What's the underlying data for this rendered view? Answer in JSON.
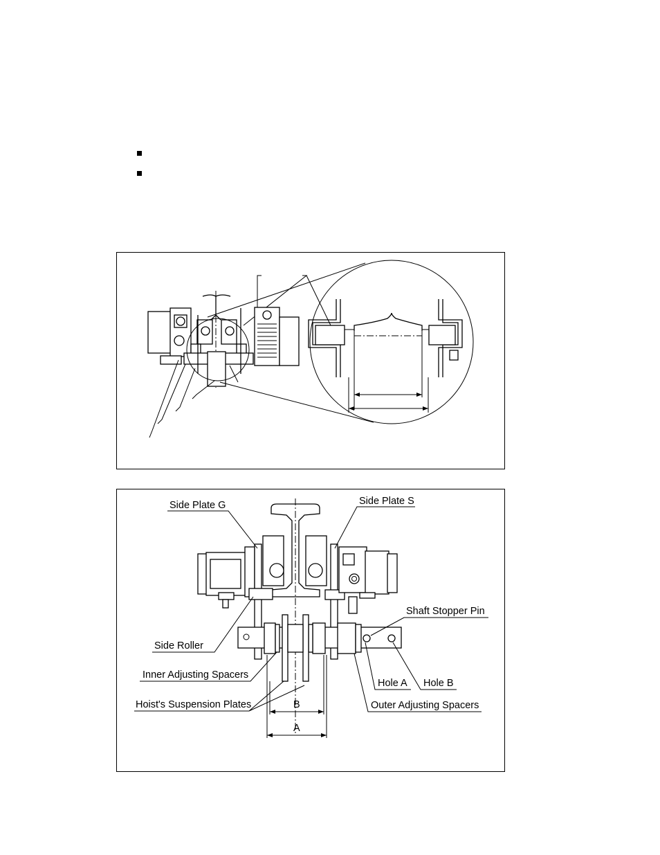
{
  "diagram_bottom": {
    "labels": {
      "side_plate_g": "Side Plate G",
      "side_plate_s": "Side Plate S",
      "shaft_stopper_pin": "Shaft Stopper Pin",
      "side_roller": "Side Roller",
      "inner_adjusting_spacers": "Inner Adjusting Spacers",
      "hole_a": "Hole A",
      "hole_b": "Hole B",
      "hoists_suspension_plates": "Hoist's Suspension Plates",
      "outer_adjusting_spacers": "Outer Adjusting Spacers",
      "dim_b": "B",
      "dim_a": "A"
    }
  }
}
